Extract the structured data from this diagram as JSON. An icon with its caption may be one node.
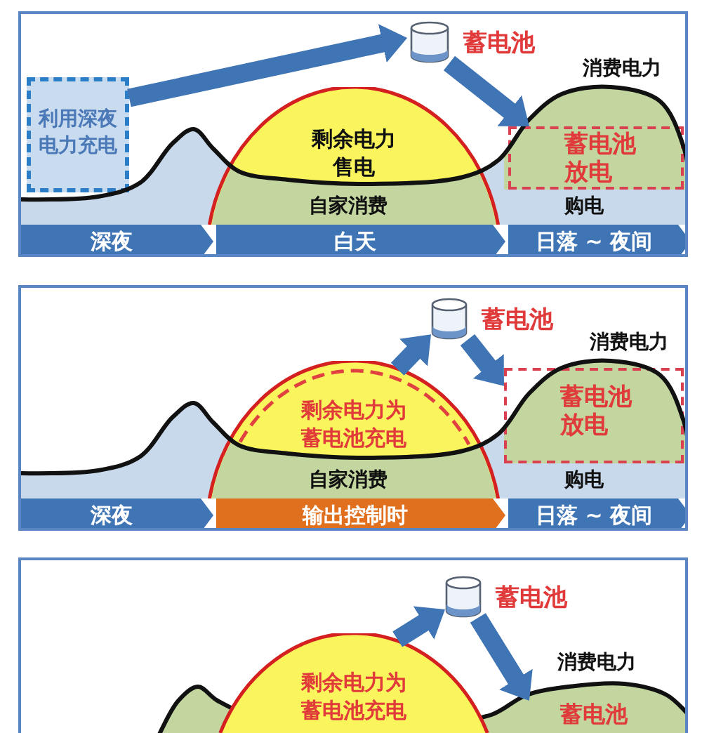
{
  "diagram": {
    "nodes": [
      {
        "text": [],
        "shape": "box"
      },
      {
        "text": [
          "利用深夜电力充电"
        ],
        "in": 0
      },
      {
        "text": [],
        "shape": "cylinder",
        "beside": [
          "蓄电池"
        ],
        "in": 0
      },
      {
        "text": [
          "剩余电力售电"
        ],
        "in": 0
      },
      {
        "text": [
          "蓄电池放电"
        ],
        "in": 0
      },
      {
        "text": [
          "深夜"
        ],
        "in": 0
      },
      {
        "text": [
          "白天"
        ],
        "in": 0
      },
      {
        "text": [
          "日落 ~ 夜间"
        ],
        "in": 0
      },
      {
        "text": [],
        "shape": "box"
      },
      {
        "text": [],
        "shape": "cylinder",
        "beside": [
          "蓄电池"
        ],
        "in": 8
      },
      {
        "text": [
          "剩余电力为蓄电池充电"
        ],
        "in": 8
      },
      {
        "text": [
          "蓄电池放电"
        ],
        "in": 8
      },
      {
        "text": [
          "深夜"
        ],
        "in": 8
      },
      {
        "text": [
          "输出控制时"
        ],
        "in": 8
      },
      {
        "text": [
          "日落 ~ 夜间"
        ],
        "in": 8
      },
      {
        "text": [],
        "shape": "box"
      },
      {
        "text": [],
        "shape": "cylinder",
        "beside": [
          "蓄电池"
        ],
        "in": 15
      },
      {
        "text": [
          "剩余电力为蓄电池充电"
        ],
        "in": 15
      },
      {
        "text": [
          "蓄电池"
        ],
        "in": 15
      }
    ],
    "edges": [
      {
        "from": 1,
        "to": 2,
        "arrow": "to"
      },
      {
        "from": 2,
        "to": 4,
        "arrow": "to"
      },
      {
        "from": 10,
        "to": 9,
        "arrow": "to"
      },
      {
        "from": 9,
        "to": 11,
        "arrow": "to"
      },
      {
        "from": 17,
        "to": 16,
        "arrow": "to"
      },
      {
        "from": 16,
        "to": 18,
        "arrow": "to"
      }
    ],
    "labels": [
      "消费电力",
      "自家消费",
      "购电",
      "消费电力",
      "自家消费",
      "购电",
      "消费电力"
    ]
  }
}
